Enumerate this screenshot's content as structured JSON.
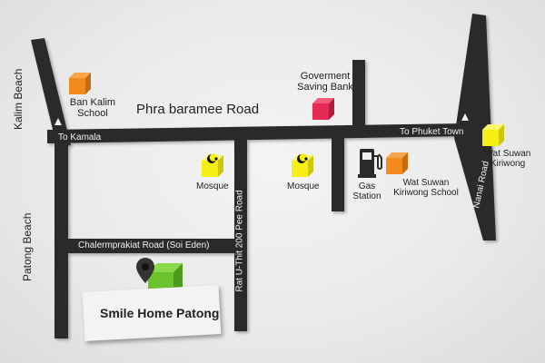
{
  "colors": {
    "road": "#2a2a2a",
    "home_marker": "#6ac22d",
    "poi_yellow": "#f5ef16",
    "poi_orange": "#f28a1e",
    "poi_red": "#e52a55",
    "pin": "#333333"
  },
  "roads": {
    "phra_baramee": "Phra baramee Road",
    "to_kamala": "To Kamala",
    "to_phuket_town": "To Phuket Town",
    "chalermprakiat": "Chalermprakiat Road (Soi Eden)",
    "rat_u_thit": "Rat U-Thit 200 Pee Road",
    "nanai": "Nanai Road"
  },
  "beaches": {
    "kalim": "Kalim Beach",
    "patong": "Patong Beach"
  },
  "pois": {
    "ban_kalim_school": {
      "line1": "Ban Kalim",
      "line2": "School",
      "icon": "orange-cube-icon"
    },
    "government_bank": {
      "line1": "Goverment",
      "line2": "Saving Bank",
      "icon": "red-cube-icon"
    },
    "mosque_left": {
      "label": "Mosque",
      "icon": "crescent-star-icon"
    },
    "mosque_right": {
      "label": "Mosque",
      "icon": "crescent-star-icon"
    },
    "gas_station": {
      "line1": "Gas",
      "line2": "Station",
      "icon": "fuel-pump-icon"
    },
    "wat_suwan_school": {
      "line1": "Wat Suwan",
      "line2": "Kiriwong School",
      "icon": "orange-cube-icon"
    },
    "wat_suwan_kiriwong": {
      "line1": "Wat  Suwan",
      "line2": "Kiriwong",
      "icon": "yellow-cube-icon"
    }
  },
  "destination": {
    "label": "Smile Home Patong",
    "icon": "location-pin-icon"
  }
}
